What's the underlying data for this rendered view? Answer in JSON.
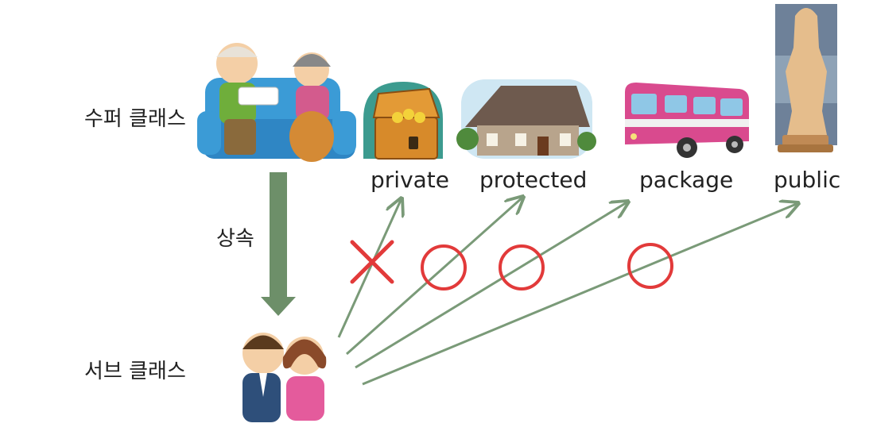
{
  "labels": {
    "super_class": "수퍼 클래스",
    "inheritance": "상속",
    "sub_class": "서브 클래스"
  },
  "access_levels": [
    {
      "name": "private",
      "accessible": false,
      "mark": "✕",
      "icon": "treasure-chest"
    },
    {
      "name": "protected",
      "accessible": true,
      "mark": "○",
      "icon": "house"
    },
    {
      "name": "package",
      "accessible": true,
      "mark": "○",
      "icon": "bus"
    },
    {
      "name": "public",
      "accessible": true,
      "mark": "○",
      "icon": "statue"
    }
  ],
  "colors": {
    "arrow_green": "#7a9a78",
    "inherit_arrow": "#6d8f69",
    "mark_red": "#e23a3a",
    "text": "#222222"
  }
}
